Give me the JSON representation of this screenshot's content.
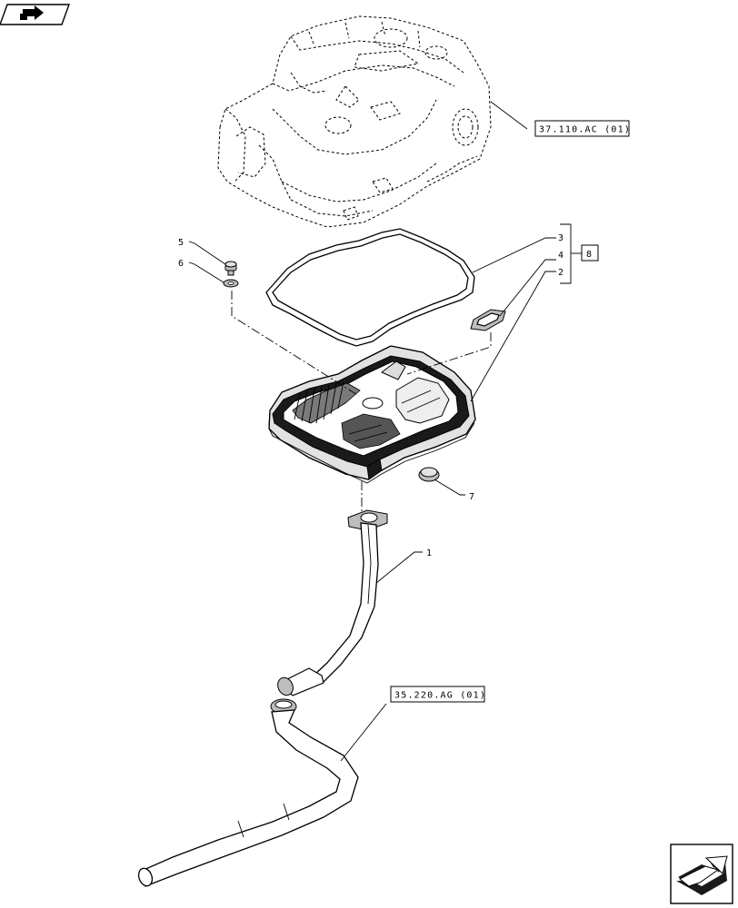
{
  "references": {
    "upper_housing": "37.110.AC (01)",
    "lower_hose": "35.220.AG (01)"
  },
  "callouts": {
    "c1": "1",
    "c2": "2",
    "c3": "3",
    "c4": "4",
    "c5": "5",
    "c6": "6",
    "c7": "7",
    "c8": "8"
  },
  "icons": {
    "top_left": "navigation-arrow-icon",
    "bottom_right": "next-page-arrow-icon"
  }
}
